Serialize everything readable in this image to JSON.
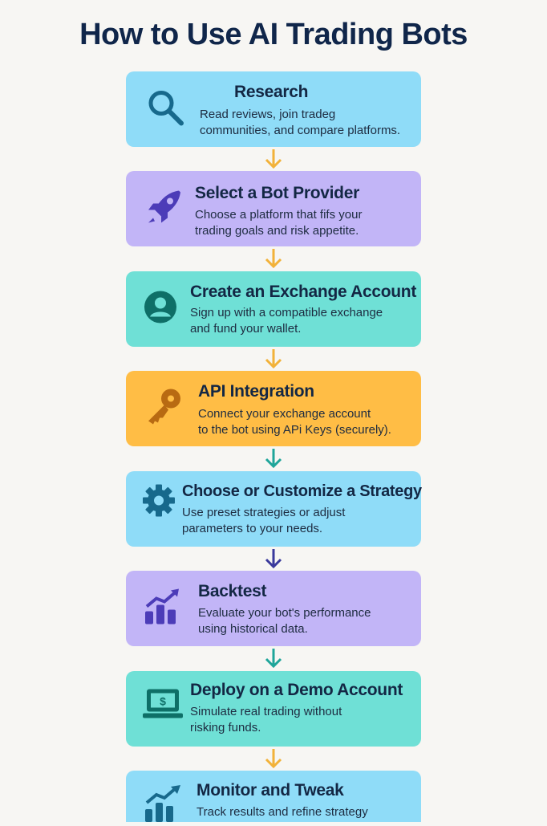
{
  "title": "How to Use AI Trading Bots",
  "steps": [
    {
      "title": "Research",
      "desc": "Read reviews, join tradeg\ncommunities, and compare platforms.",
      "icon": "search-icon",
      "bg": "#8fdcf8",
      "icon_color": "#17698c"
    },
    {
      "title": "Select a Bot Provider",
      "desc": "Choose a platform that fifs your\ntrading goals and risk appetite.",
      "icon": "rocket-icon",
      "bg": "#c2b5f7",
      "icon_color": "#4c3cb8"
    },
    {
      "title": "Create an Exchange Account",
      "desc": "Sign up with a compatible exchange\nand fund your wallet.",
      "icon": "user-icon",
      "bg": "#6fe0d6",
      "icon_color": "#0e6f67"
    },
    {
      "title": "API Integration",
      "desc": "Connect your exchange account\nto the bot using APi Keys (securely).",
      "icon": "key-icon",
      "bg": "#ffbd45",
      "icon_color": "#b86a12"
    },
    {
      "title": "Choose or Customize a Strategy",
      "desc": "Use preset strategies or adjust\nparameters to your needs.",
      "icon": "gear-icon",
      "bg": "#8fdcf8",
      "icon_color": "#17698c"
    },
    {
      "title": "Backtest",
      "desc": "Evaluate your bot's performance\nusing historical data.",
      "icon": "chart-icon",
      "bg": "#c2b5f7",
      "icon_color": "#4c3cb8"
    },
    {
      "title": "Deploy on a Demo Account",
      "desc": "Simulate real trading without\nrisking funds.",
      "icon": "laptop-icon",
      "bg": "#6fe0d6",
      "icon_color": "#0e6f67"
    },
    {
      "title": "Monitor and Tweak",
      "desc": "Track results and refine strategy",
      "icon": "growth-chart-icon",
      "bg": "#8fdcf8",
      "icon_color": "#17698c"
    }
  ],
  "arrow_colors": [
    "#f2b23a",
    "#f2b23a",
    "#f2b23a",
    "#1fa59a",
    "#3a3a9c",
    "#1fa59a",
    "#f2b23a"
  ]
}
